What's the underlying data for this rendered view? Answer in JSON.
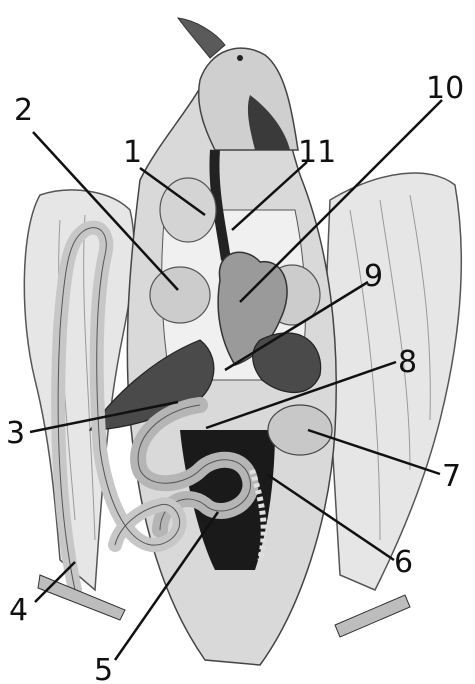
{
  "figure": {
    "labels": [
      "1",
      "2",
      "3",
      "4",
      "5",
      "6",
      "7",
      "8",
      "9",
      "10",
      "11"
    ]
  },
  "colors": {
    "background": "#ffffff",
    "ink": "#111111",
    "body_tone": "#d9d9d9",
    "organ_dark": "#4a4a4a",
    "organ_mid": "#9a9a9a",
    "cavity": "#1a1a1a"
  }
}
